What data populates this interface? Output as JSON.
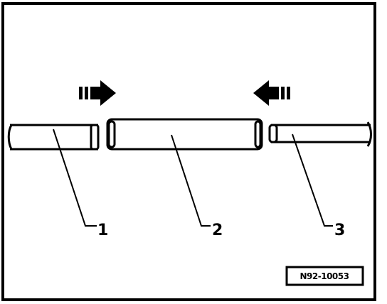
{
  "diagram": {
    "callouts": [
      {
        "label": "1"
      },
      {
        "label": "2"
      },
      {
        "label": "3"
      }
    ],
    "reference_code": "N92-10053",
    "colors": {
      "ink": "#000000",
      "background": "#ffffff"
    }
  }
}
